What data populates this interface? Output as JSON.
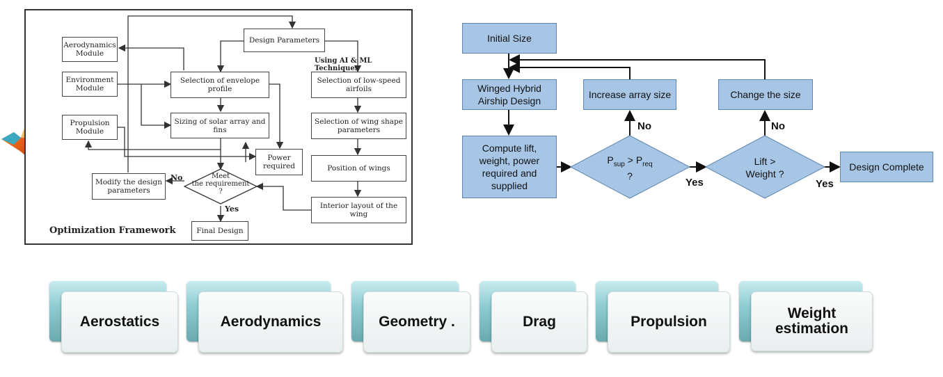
{
  "framework": {
    "caption": "Optimization Framework",
    "ai_label": "Using AI & ML Techniques",
    "no_label": "No",
    "yes_label": "Yes",
    "aero_module": "Aerodynamics Module",
    "env_module": "Environment Module",
    "prop_module": "Propulsion Module",
    "design_params": "Design Parameters",
    "envelope": "Selection of envelope profile",
    "solar": "Sizing of solar array and fins",
    "power": "Power required",
    "low_speed": "Selection of low-speed airfoils",
    "wing_shape": "Selection of wing shape parameters",
    "position": "Position of wings",
    "interior": "Interior layout of the wing",
    "modify": "Modify the design parameters",
    "meet_l1": "Meet",
    "meet_l2": "the requirement",
    "meet_l3": "?",
    "final": "Final Design"
  },
  "flow": {
    "initial": "Initial Size",
    "winged": "Winged Hybrid Airship Design",
    "compute": "Compute lift, weight, power required and supplied",
    "increase": "Increase array size",
    "change": "Change the size",
    "psup_p": "P",
    "psup_sub1": "sup",
    "psup_gt": " > P",
    "psup_sub2": "req",
    "psup_q": "?",
    "lift_l1": "Lift >",
    "lift_l2": "Weight ?",
    "complete": "Design Complete",
    "no1": "No",
    "no2": "No",
    "yes1": "Yes",
    "yes2": "Yes"
  },
  "modules": [
    {
      "label": "Aerostatics"
    },
    {
      "label": "Aerodynamics"
    },
    {
      "label": "Geometry ."
    },
    {
      "label": "Drag"
    },
    {
      "label": "Propulsion"
    },
    {
      "label": "Weight estimation"
    }
  ],
  "colors": {
    "flow_box": "#a7c6e6",
    "tile_accent": "#8fcdd3",
    "logo": "matlab-logo-icon"
  }
}
